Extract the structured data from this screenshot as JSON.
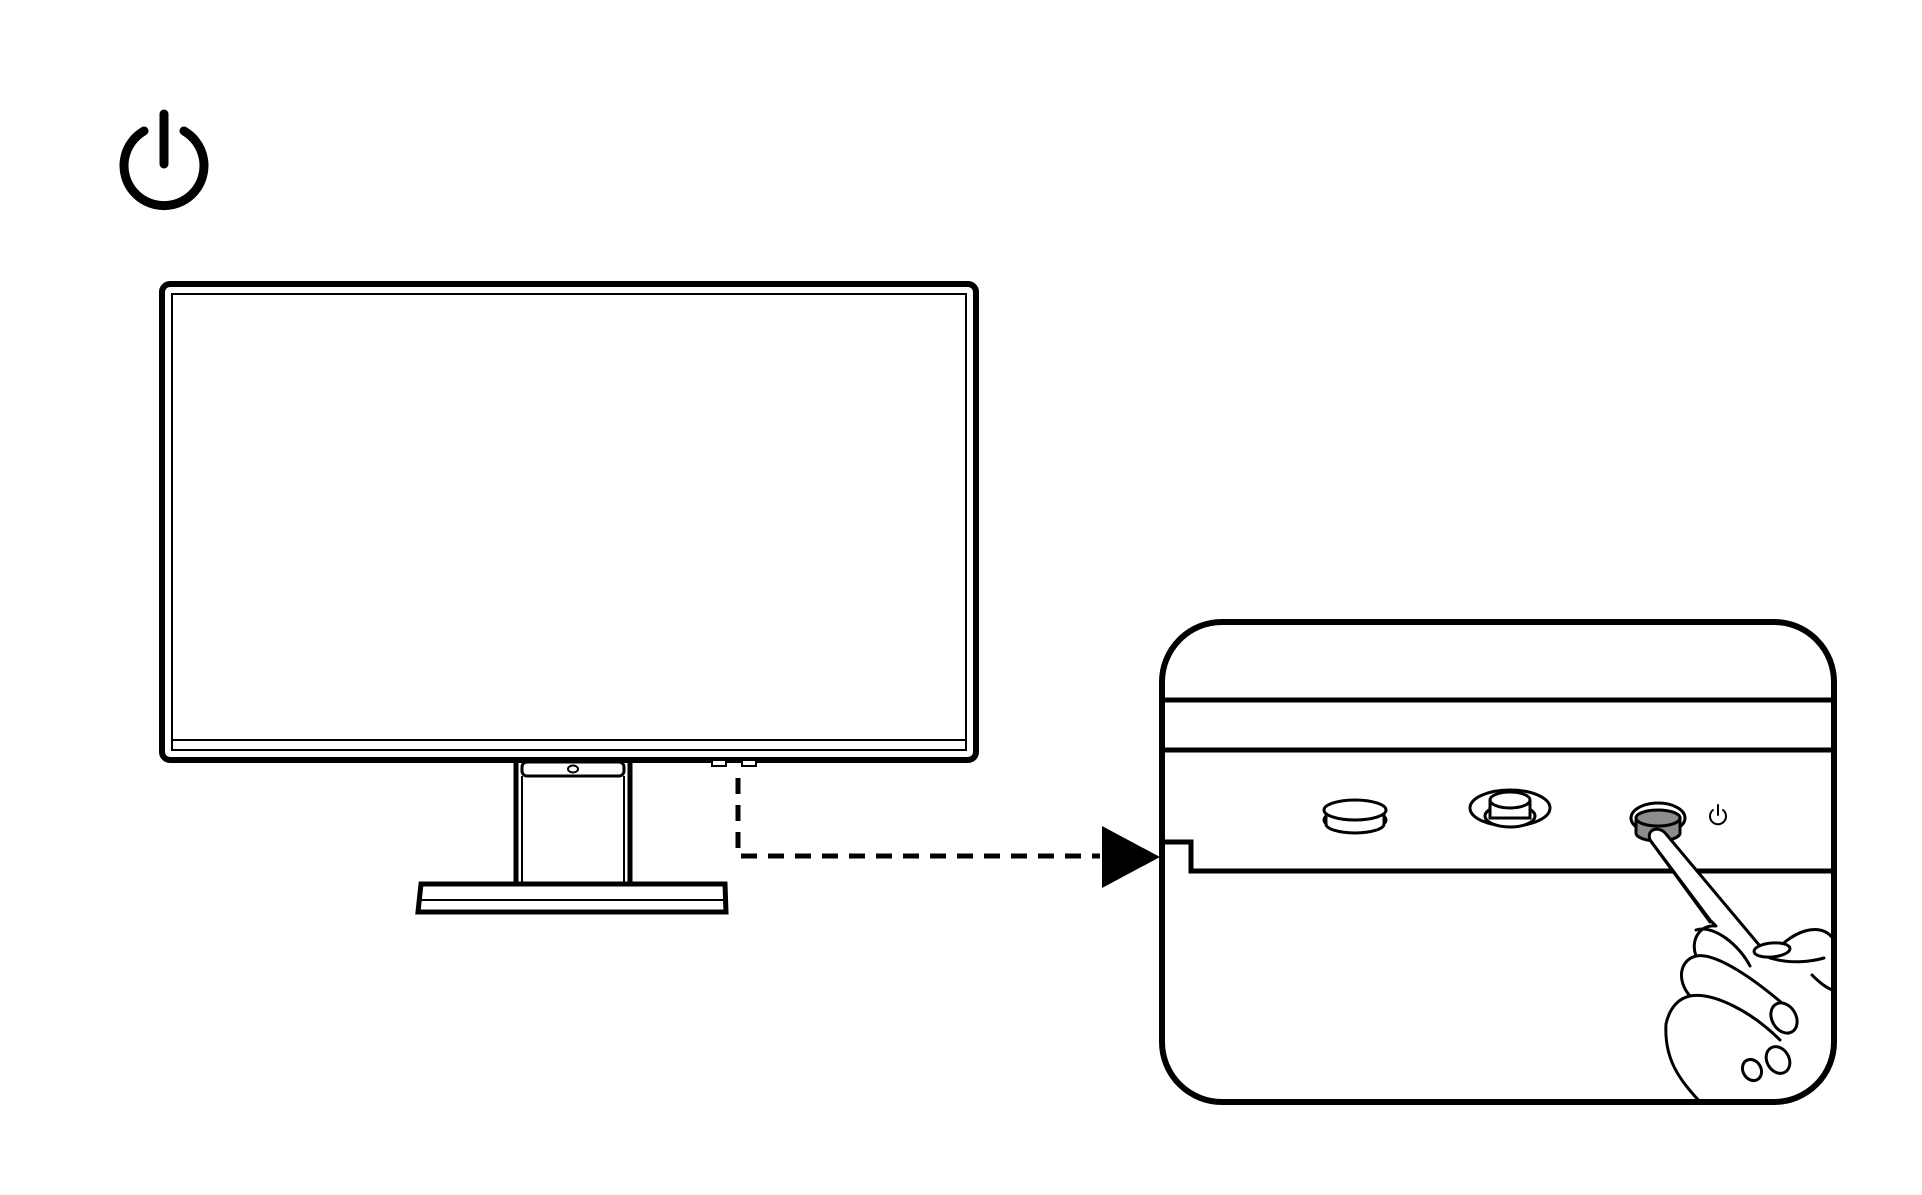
{
  "figure": {
    "ink_color": "#000000",
    "background_color": "#ffffff",
    "pressed_button_color": "#8c8c8c",
    "icons": [
      "power-icon",
      "monitor",
      "dashed-callout-arrow",
      "button-closeup",
      "pointing-hand-icon"
    ]
  }
}
